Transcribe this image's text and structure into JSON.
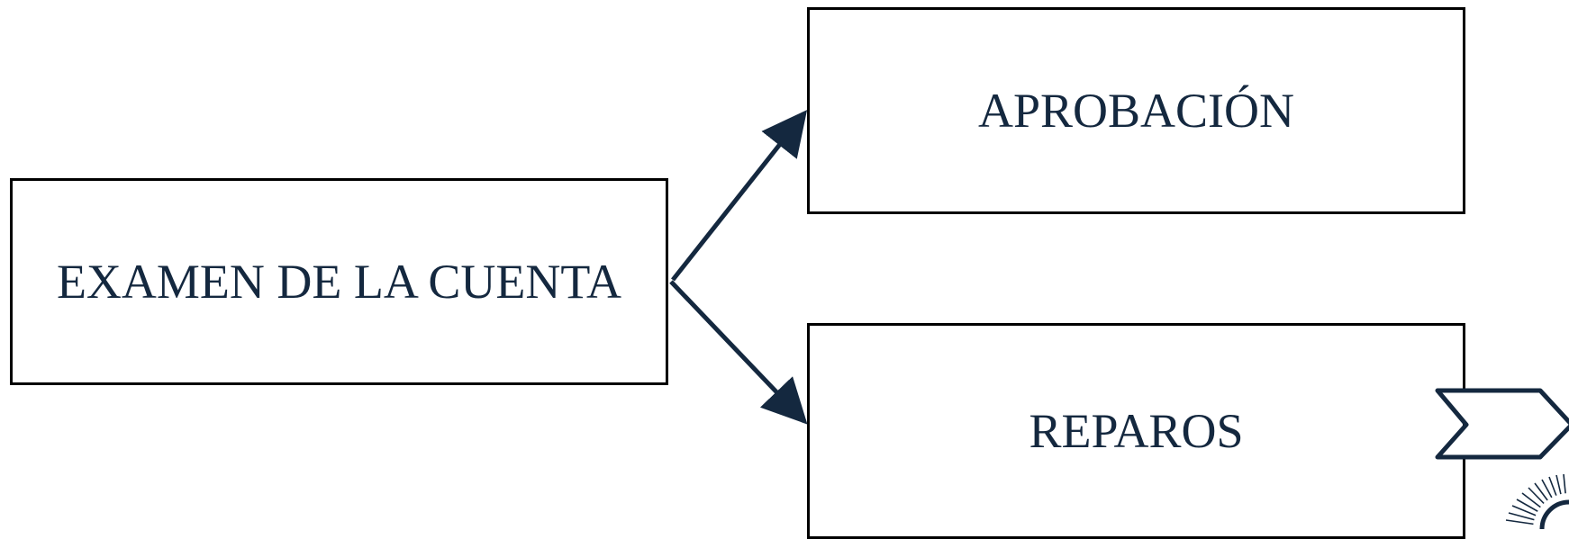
{
  "colors": {
    "text": "#14283f",
    "arrow": "#14283f",
    "border": "#000000"
  },
  "nodes": {
    "source": "EXAMEN DE LA CUENTA",
    "approval": "APROBACIÓN",
    "objections": "REPAROS"
  },
  "edges": [
    {
      "from": "source",
      "to": "approval"
    },
    {
      "from": "source",
      "to": "objections"
    }
  ],
  "decorations": {
    "chevron_icon": "chevron-right-icon",
    "seal_icon": "sunburst-seal-icon"
  }
}
